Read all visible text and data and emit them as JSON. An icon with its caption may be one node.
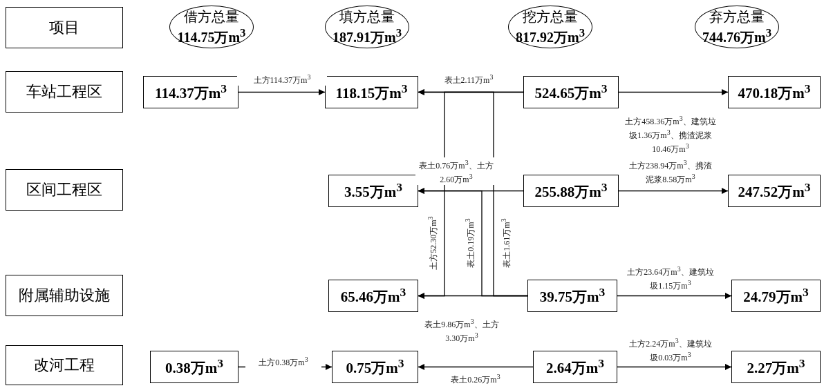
{
  "diagram": {
    "nodes": [
      {
        "text": [
          "项目"
        ]
      },
      {
        "text": [
          "借方总量",
          "114.75万m$^{3}$"
        ]
      },
      {
        "text": [
          "填方总量",
          "187.91万m$^{3}$"
        ]
      },
      {
        "text": [
          "挖方总量",
          "817.92万m$^{3}$"
        ]
      },
      {
        "text": [
          "弃方总量",
          "744.76万m$^{3}$"
        ]
      },
      {
        "text": [
          "车站工程区"
        ]
      },
      {
        "text": [
          "114.37万m$^{3}$"
        ]
      },
      {
        "text": [
          "118.15万m$^{3}$"
        ]
      },
      {
        "text": [
          "524.65万m$^{3}$"
        ]
      },
      {
        "text": [
          "470.18万m$^{3}$"
        ]
      },
      {
        "text": [
          "区间工程区"
        ]
      },
      {
        "text": [
          "3.55万m$^{3}$"
        ]
      },
      {
        "text": [
          "255.88万m$^{3}$"
        ]
      },
      {
        "text": [
          "247.52万m$^{3}$"
        ]
      },
      {
        "text": [
          "附属辅助设施"
        ]
      },
      {
        "text": [
          "65.46万m$^{3}$"
        ]
      },
      {
        "text": [
          "39.75万m$^{3}$"
        ]
      },
      {
        "text": [
          "24.79万m$^{3}$"
        ]
      },
      {
        "text": [
          "改河工程"
        ]
      },
      {
        "text": [
          "0.38万m$^{3}$"
        ]
      },
      {
        "text": [
          "0.75万m$^{3}$"
        ]
      },
      {
        "text": [
          "2.64万m$^{3}$"
        ]
      },
      {
        "text": [
          "2.27万m$^{3}$"
        ]
      }
    ],
    "edges": [
      {
        "from": 6,
        "to": 7,
        "arrow": "to",
        "label": "土方114.37万m$^{3}$"
      },
      {
        "from": 8,
        "to": 7,
        "arrow": "to",
        "label": "表土2.11万m$^{3}$"
      },
      {
        "from": 8,
        "to": 9,
        "arrow": "to",
        "label": "土方458.36万m$^{3}$、建筑垃圾1.36万m$^{3}$、携渣泥浆10.46万m$^{3}$"
      },
      {
        "from": 12,
        "to": 11,
        "arrow": "to",
        "label": "表土0.76万m$^{3}$、土方2.60万m$^{3}$"
      },
      {
        "from": 12,
        "to": 13,
        "arrow": "to",
        "label": "土方238.94万m$^{3}$、携渣泥浆8.58万m$^{3}$"
      },
      {
        "from": 16,
        "to": 15,
        "arrow": "to",
        "label": "表土9.86万m$^{3}$、土方3.30万m$^{3}$"
      },
      {
        "from": 16,
        "to": 17,
        "arrow": "to",
        "label": "土方23.64万m$^{3}$、建筑垃圾1.15万m$^{3}$"
      },
      {
        "from": 8,
        "to": 15,
        "arrow": "to",
        "label": "土方52.30万m$^{3}$"
      },
      {
        "from": 16,
        "to": 11,
        "arrow": "to",
        "label": "表土0.19万m$^{3}$"
      },
      {
        "from": 16,
        "to": 7,
        "arrow": "to",
        "label": "表土1.61万m$^{3}$"
      },
      {
        "from": 19,
        "to": 20,
        "arrow": "to",
        "label": "土方0.38万m$^{3}$"
      },
      {
        "from": 21,
        "to": 20,
        "arrow": "to",
        "label": "表土0.26万m$^{3}$"
      },
      {
        "from": 21,
        "to": 22,
        "arrow": "to",
        "label": "土方2.24万m$^{3}$、建筑垃圾0.03万m$^{3}$"
      }
    ]
  }
}
